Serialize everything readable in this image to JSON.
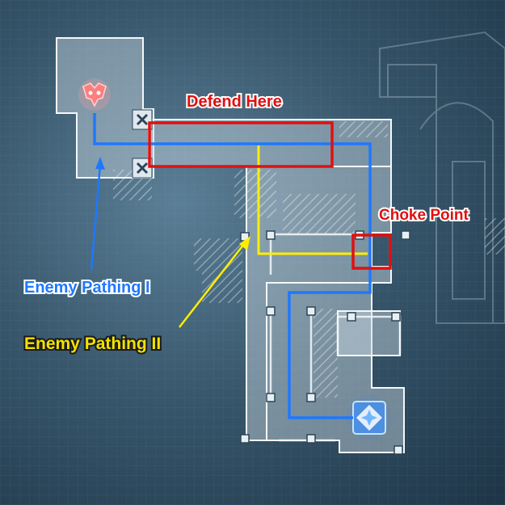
{
  "labels": {
    "defend": "Defend Here",
    "choke": "Choke Point",
    "path1": "Enemy Pathing I",
    "path2": "Enemy Pathing II"
  },
  "colors": {
    "defend": "#e01010",
    "choke": "#e01010",
    "path1": "#1e78ff",
    "path2": "#ffee00",
    "tile_fill": "#c9d8e2",
    "tile_border": "#f2f6f8",
    "enemy_spawn": "#ff7d7d",
    "protect_point": "#5aa6ff"
  },
  "icons": {
    "enemy_spawn": "enemy-spawn-icon",
    "protection_objective": "protection-objective-icon",
    "blocked_tile": "blocked-x-icon"
  }
}
